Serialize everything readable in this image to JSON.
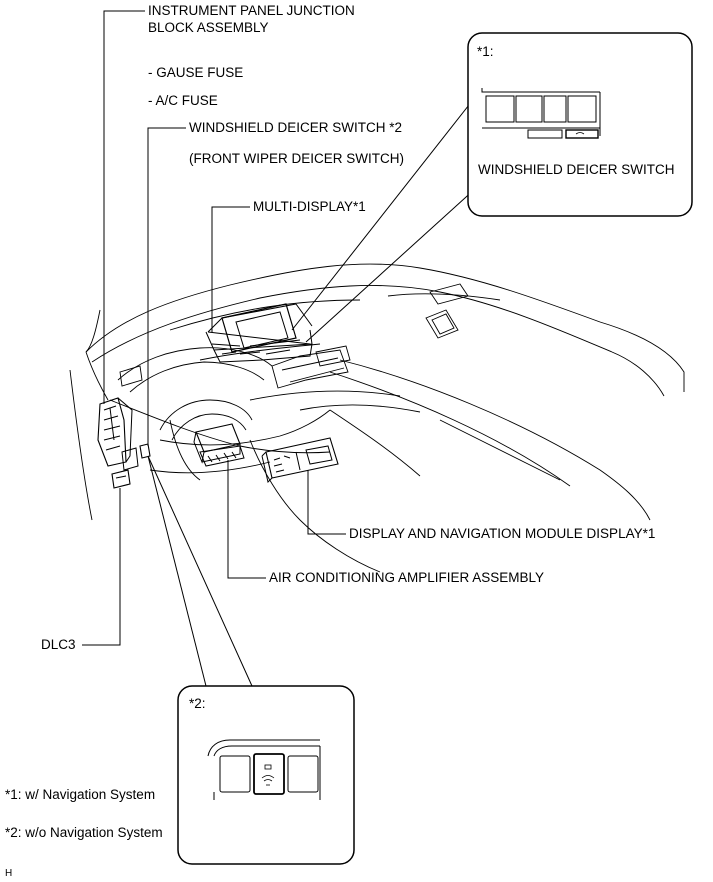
{
  "labels": {
    "ipjb_line1": "INSTRUMENT PANEL JUNCTION",
    "ipjb_line2": "BLOCK ASSEMBLY",
    "gause_fuse": "- GAUSE FUSE",
    "ac_fuse": "- A/C FUSE",
    "windshield_deicer_switch_2": "WINDSHIELD DEICER SWITCH *2",
    "front_wiper_deicer_switch": "(FRONT WIPER DEICER SWITCH)",
    "multi_display": "MULTI-DISPLAY*1",
    "display_nav_module": "DISPLAY AND NAVIGATION MODULE DISPLAY*1",
    "ac_amplifier": "AIR CONDITIONING AMPLIFIER ASSEMBLY",
    "dlc3": "DLC3"
  },
  "inset1": {
    "tag": "*1:",
    "switch_label": "WINDSHIELD DEICER SWITCH"
  },
  "inset2": {
    "tag": "*2:"
  },
  "notes": {
    "note1": "*1: w/ Navigation System",
    "note2": "*2: w/o Navigation System"
  },
  "corner_mark": "H"
}
